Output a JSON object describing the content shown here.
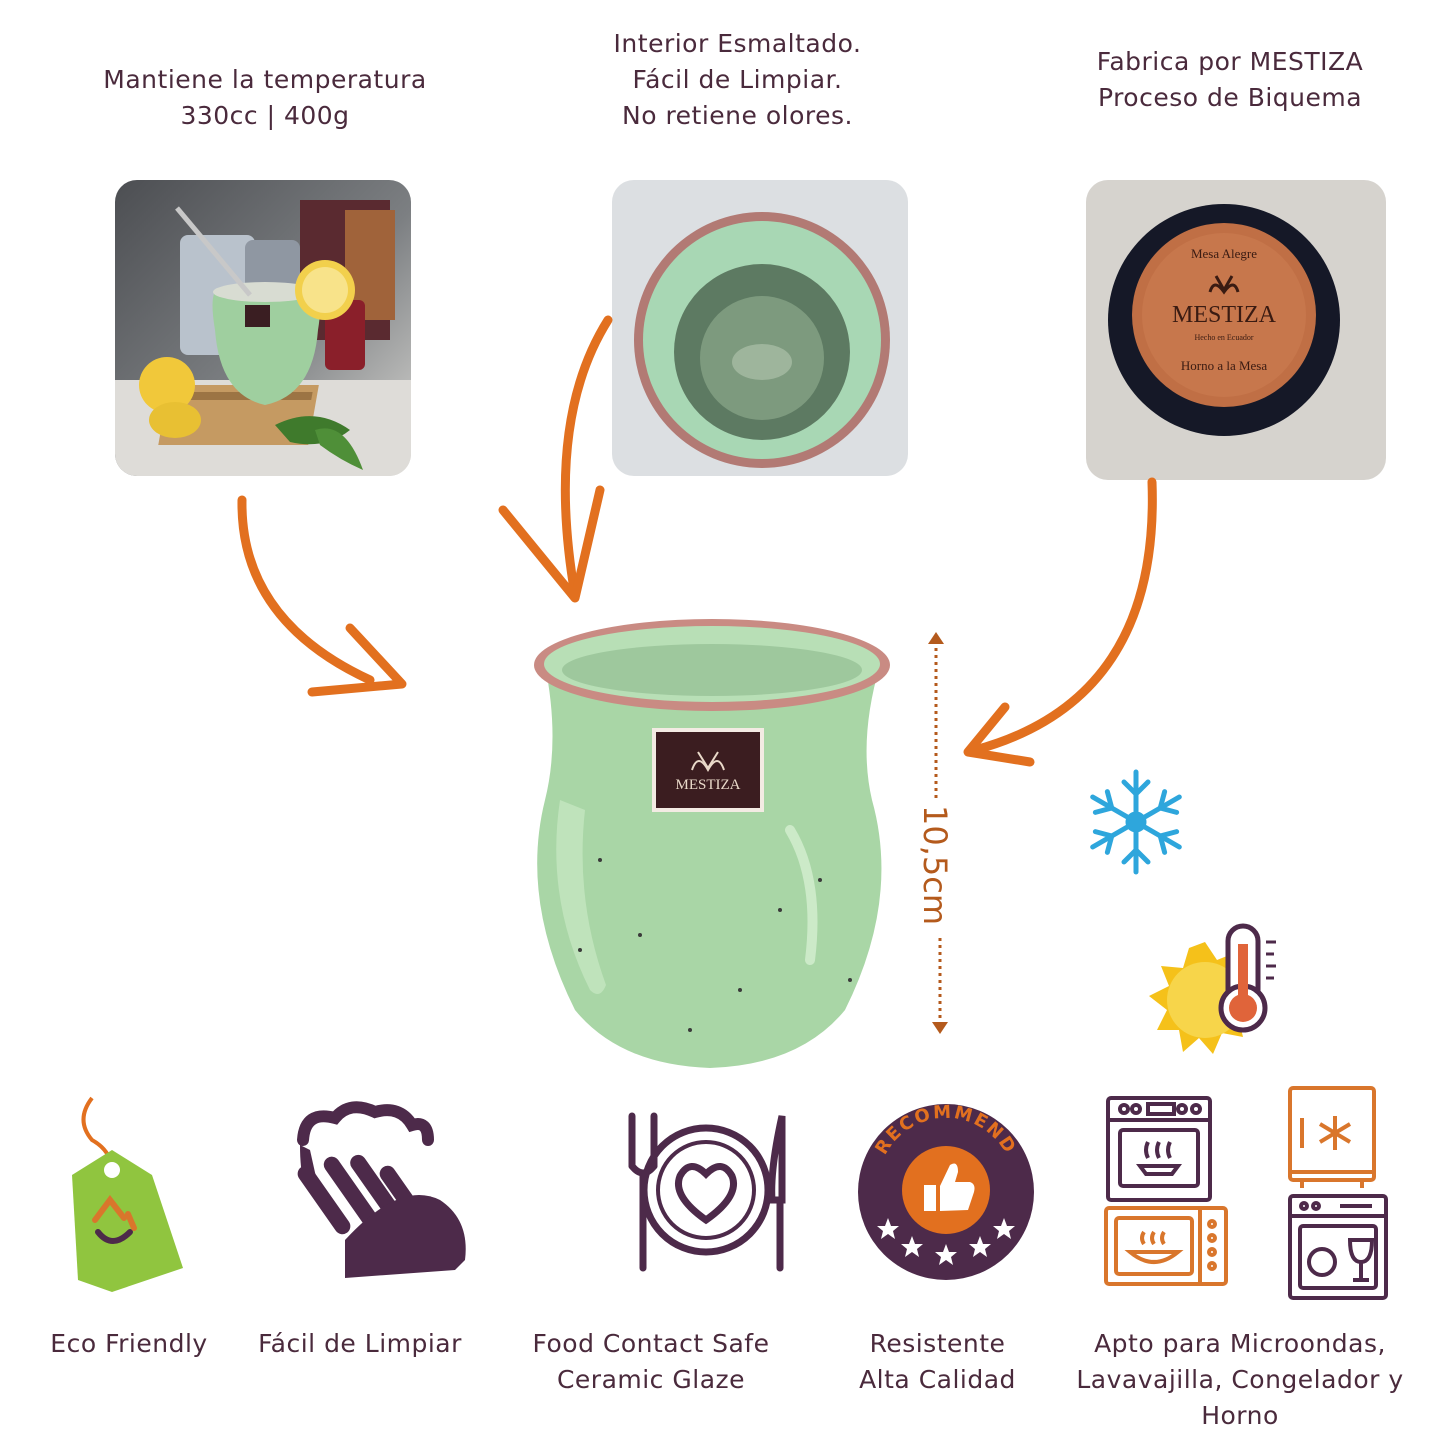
{
  "captions": {
    "temperature": [
      "Mantiene la temperatura",
      "330cc | 400g"
    ],
    "interior": [
      "Interior Esmaltado.",
      "Fácil de Limpiar.",
      "No retiene olores."
    ],
    "factory": [
      "Fabrica por MESTIZA",
      "Proceso de Biquema"
    ]
  },
  "product": {
    "brand": "MESTIZA",
    "base_text": [
      "Mesa Alegre",
      "Hecho en Ecuador",
      "Horno a la Mesa"
    ],
    "height_label": "10,5cm"
  },
  "features": [
    {
      "label": [
        "Eco Friendly"
      ],
      "icon": "eco-tag-icon"
    },
    {
      "label": [
        "Fácil de Limpiar"
      ],
      "icon": "washing-hand-icon"
    },
    {
      "label": [
        "Food Contact Safe",
        "Ceramic Glaze"
      ],
      "icon": "plate-cutlery-icon"
    },
    {
      "label": [
        "Resistente",
        "Alta Calidad"
      ],
      "icon": "recommend-badge-icon",
      "badge_text": "RECOMMEND"
    },
    {
      "label": [
        "Apto para Microondas,",
        "Lavavajilla, Congelador y",
        "Horno"
      ],
      "icon": "appliances-icon"
    }
  ],
  "colors": {
    "text": "#4a2a3c",
    "arrow": "#e2701f",
    "purple": "#4d2a4a",
    "orange_icon": "#d9762c",
    "cup_green": "#a9d6a6",
    "snow_blue": "#2ea6dc",
    "sun_yellow": "#f5c11a"
  }
}
